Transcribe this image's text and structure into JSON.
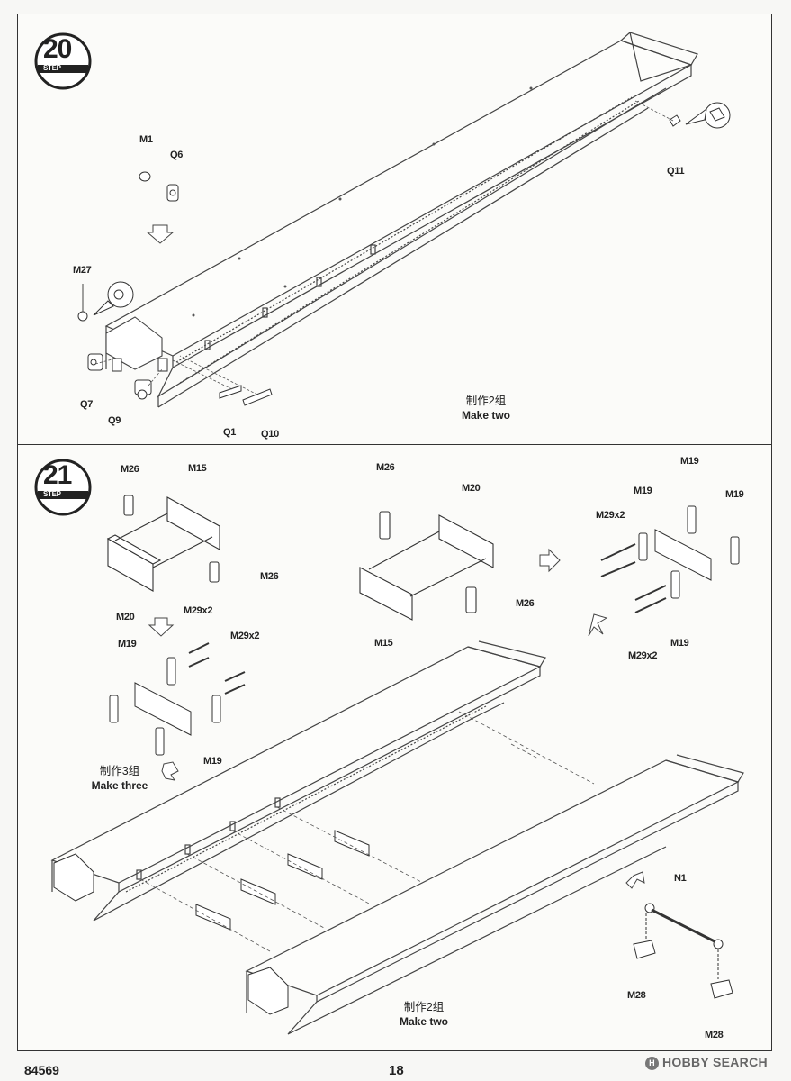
{
  "step20": {
    "step_number": "20",
    "step_word": "STEP",
    "parts": {
      "m1": "M1",
      "q6": "Q6",
      "m27": "M27",
      "q7": "Q7",
      "q9": "Q9",
      "q1": "Q1",
      "q10": "Q10",
      "q11": "Q11"
    },
    "note_cn": "制作2组",
    "note_en": "Make two"
  },
  "step21": {
    "step_number": "21",
    "step_word": "STEP",
    "parts": {
      "m26_a": "M26",
      "m15_a": "M15",
      "m26_b": "M26",
      "m20_a": "M20",
      "m26_c": "M26",
      "m20_b": "M20",
      "m26_d": "M26",
      "m15_b": "M15",
      "m19_a": "M19",
      "m29x2_a": "M29x2",
      "m19_b": "M19",
      "m19_c": "M19",
      "m29x2_b": "M29x2",
      "m19_d": "M19",
      "m29x2_c": "M29x2",
      "m19_e": "M19",
      "m29x2_d": "M29x2",
      "m19_f": "M19",
      "n1": "N1",
      "m28_a": "M28",
      "m28_b": "M28"
    },
    "note_three_cn": "制作3组",
    "note_three_en": "Make three",
    "note_two_cn": "制作2组",
    "note_two_en": "Make two"
  },
  "footer": {
    "product_code": "84569",
    "page_number": "18",
    "watermark": "HOBBY SEARCH",
    "watermark_logo": "H"
  }
}
